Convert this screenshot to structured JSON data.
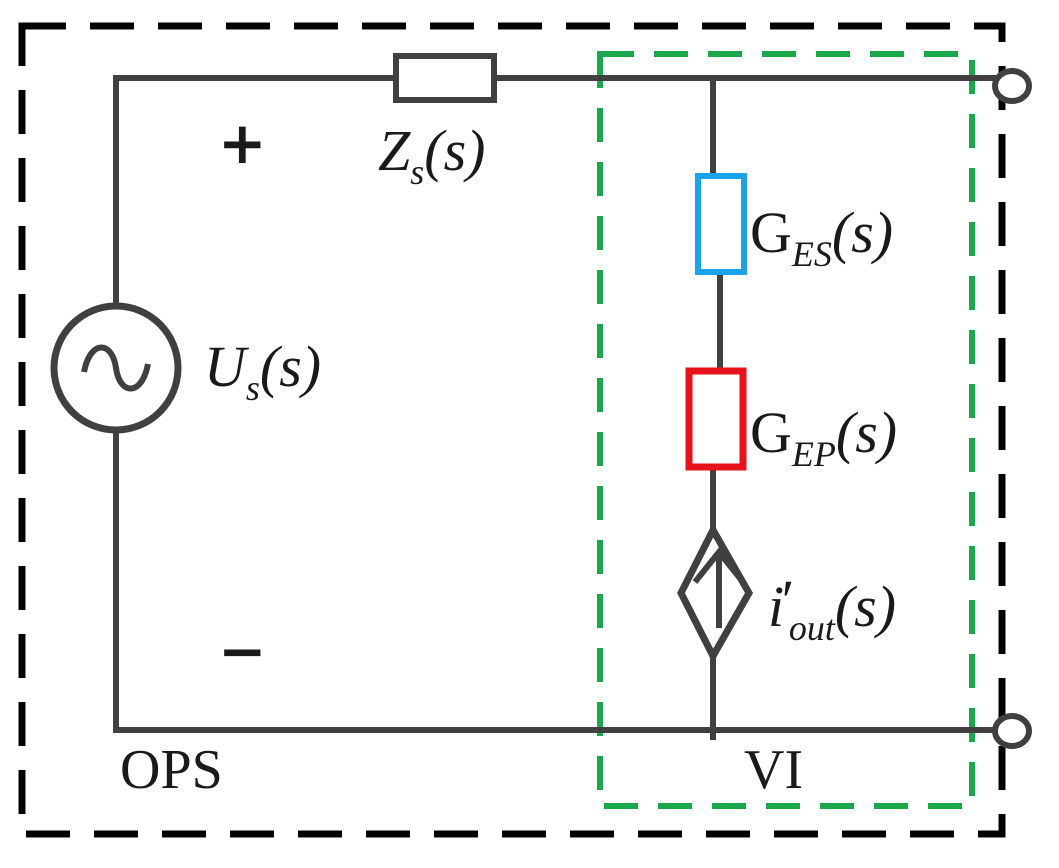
{
  "labels": {
    "plus": "+",
    "minus": "−",
    "zs_main": "Z",
    "zs_sub": "s",
    "zs_arg": "(s)",
    "us_main": "U",
    "us_sub": "s",
    "us_arg": "(s)",
    "ges_main": "G",
    "ges_sub": "ES",
    "ges_arg": "(s)",
    "gep_main": "G",
    "gep_sub": "EP",
    "gep_arg": "(s)",
    "iout_main": "i",
    "iout_prime": "′",
    "iout_sub": "out",
    "iout_arg": "(s)",
    "ops": "OPS",
    "vi": "VI"
  },
  "colors": {
    "wire": "#404040",
    "outer_box": "#000000",
    "vi_box": "#1aa84a",
    "ges_block": "#1aa3e8",
    "gep_block": "#e8131a"
  }
}
